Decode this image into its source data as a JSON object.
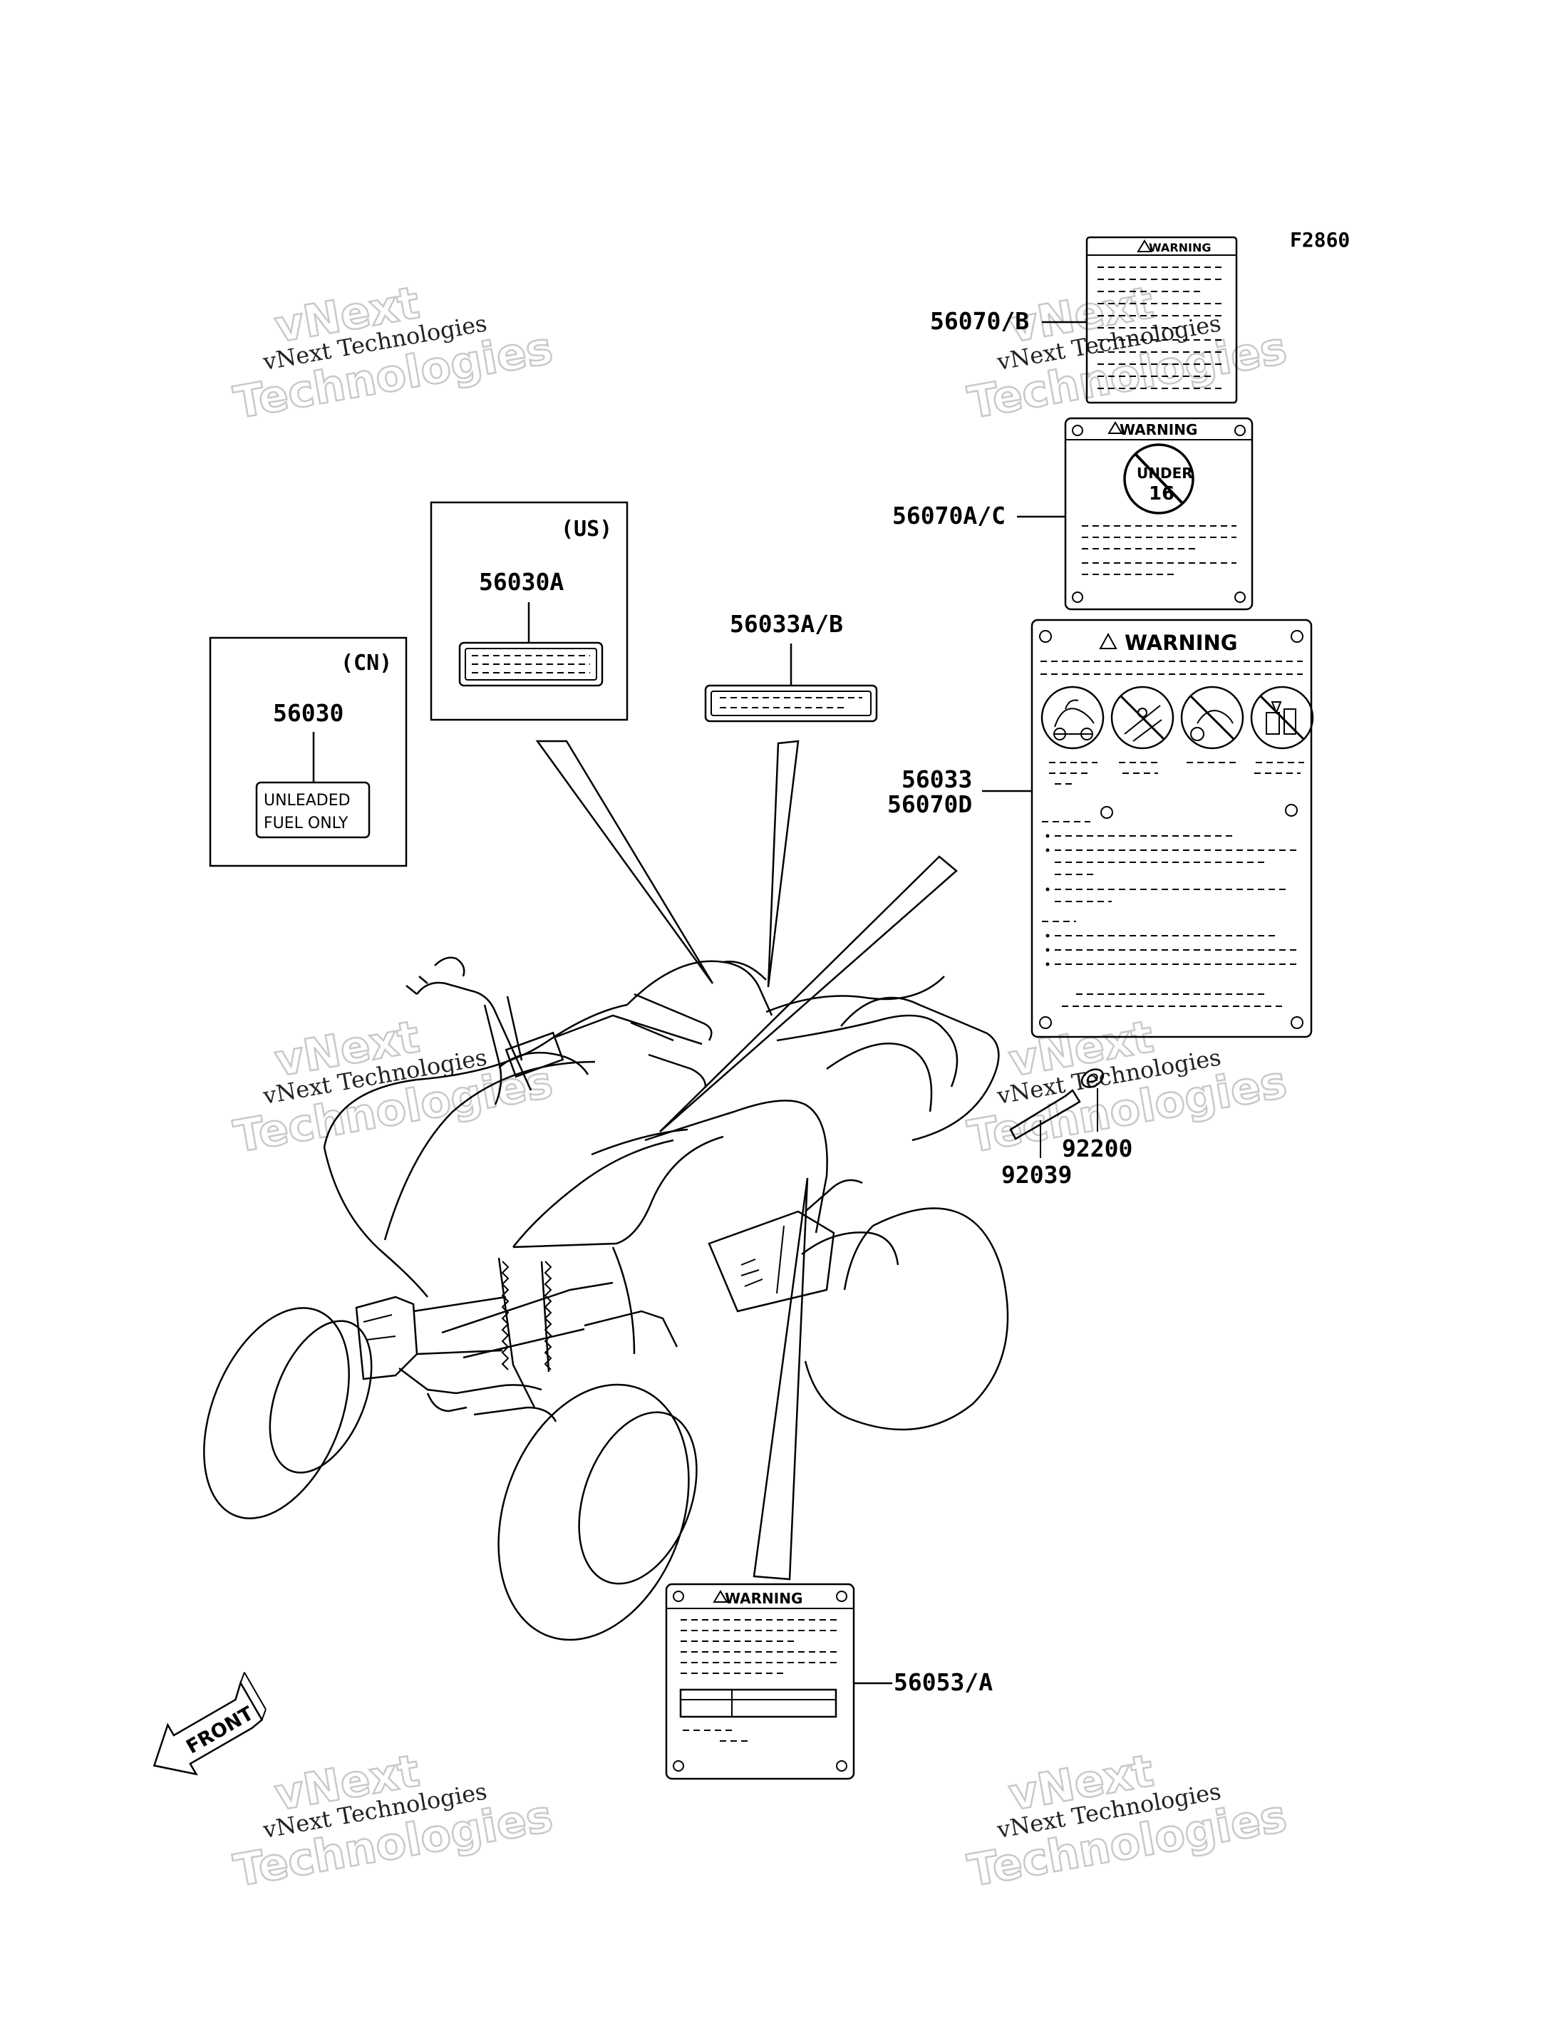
{
  "figure_code": "F2860",
  "watermark": {
    "line1": "vNext Technologies",
    "line2": "vNext",
    "line3": "Technologies"
  },
  "parts": {
    "p56070b": "56070/B",
    "p56070ac": "56070A/C",
    "p56033_56070d_line1": "56033",
    "p56033_56070d_line2": "56070D",
    "p56033ab": "56033A/B",
    "p56030a": "56030A",
    "p56030": "56030",
    "p92200": "92200",
    "p92039": "92039",
    "p56053a": "56053/A"
  },
  "regions": {
    "us": "(US)",
    "cn": "(CN)"
  },
  "decals": {
    "warning": "WARNING",
    "under": "UNDER",
    "age": "16",
    "unleaded_line1": "UNLEADED",
    "unleaded_line2": "FUEL ONLY",
    "front": "FRONT"
  },
  "colors": {
    "line": "#000000",
    "background": "#ffffff",
    "watermark_outline": "#c9c9c9"
  }
}
